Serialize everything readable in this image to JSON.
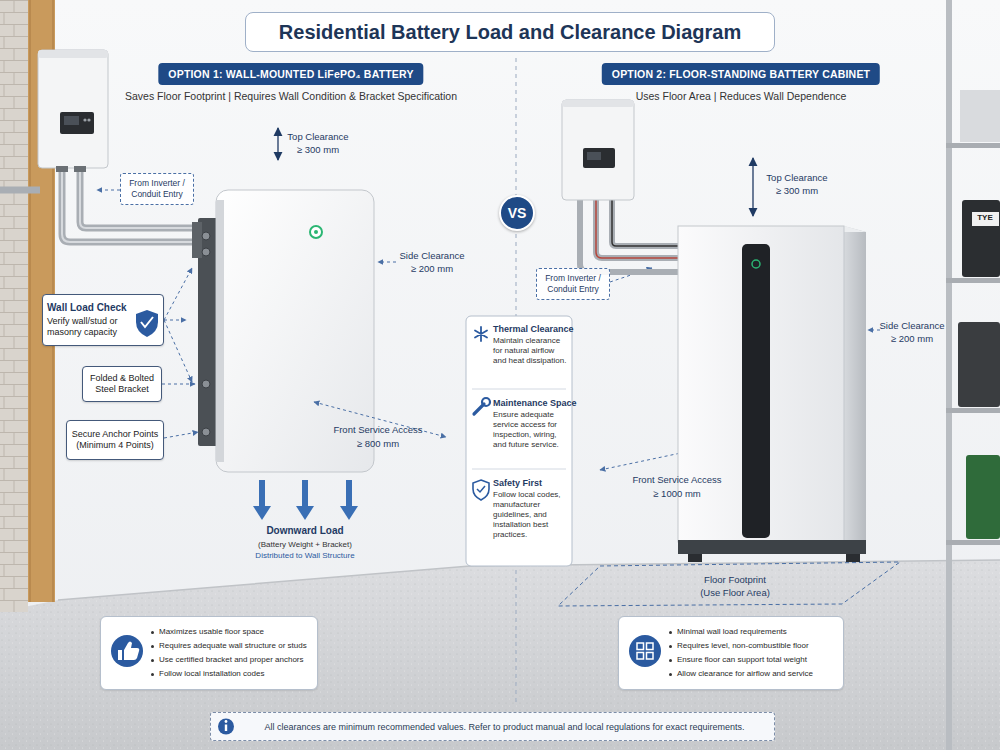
{
  "diagram": {
    "title": "Residential Battery Load and Clearance Diagram",
    "nodes": [
      {
        "text": [
          "OPTION 1: WALL-MOUNTED LiFePO₄ BATTERY"
        ]
      },
      {
        "text": [
          "OPTION 2: FLOOR-STANDING BATTERY CABINET"
        ]
      },
      {
        "text": [
          "VS"
        ]
      },
      {
        "text": [
          "From Inverter / Conduit Entry"
        ]
      },
      {
        "text": [
          "Wall Load Check",
          "Verify wall/stud or masonry capacity"
        ]
      },
      {
        "text": [
          "Folded & Bolted Steel Bracket"
        ]
      },
      {
        "text": [
          "Secure Anchor Points (Minimum 4 Points)"
        ]
      },
      {
        "text": [
          "From Inverter / Conduit Entry"
        ]
      },
      {
        "text": [
          "Thermal Clearance",
          "Maintain clearance for natural airflow and heat dissipation."
        ]
      },
      {
        "text": [
          "Maintenance Space",
          "Ensure adequate service access for inspection, wiring, and future service."
        ]
      },
      {
        "text": [
          "Safety First",
          "Follow local codes, manufacturer guidelines, and installation best practices."
        ]
      },
      {
        "text": [
          "Maximizes usable floor space",
          "Requires adequate wall structure or studs",
          "Use certified bracket and proper anchors",
          "Follow local installation codes"
        ]
      },
      {
        "text": [
          "Minimal wall load requirements",
          "Requires level, non-combustible floor",
          "Ensure floor can support total weight",
          "Allow clearance for airflow and service"
        ]
      },
      {
        "text": [
          "All clearances are minimum recommended values. Refer to product manual and local regulations for exact requirements."
        ]
      }
    ],
    "labels": [
      "Saves Floor Footprint | Requires Wall Condition & Bracket Specification",
      "Uses Floor Area | Reduces Wall Dependence",
      "Top Clearance",
      "≥ 300 mm",
      "Side Clearance",
      "≥ 200 mm",
      "Front Service Access",
      "≥ 800 mm",
      "Downward Load",
      "(Battery Weight + Bracket)",
      "Distributed to Wall Structure",
      "Top Clearance",
      "≥ 300 mm",
      "Side Clearance",
      "≥ 200 mm",
      "Front Service Access",
      "≥ 1000 mm",
      "Floor Footprint",
      "(Use Floor Area)",
      "TYE"
    ]
  }
}
